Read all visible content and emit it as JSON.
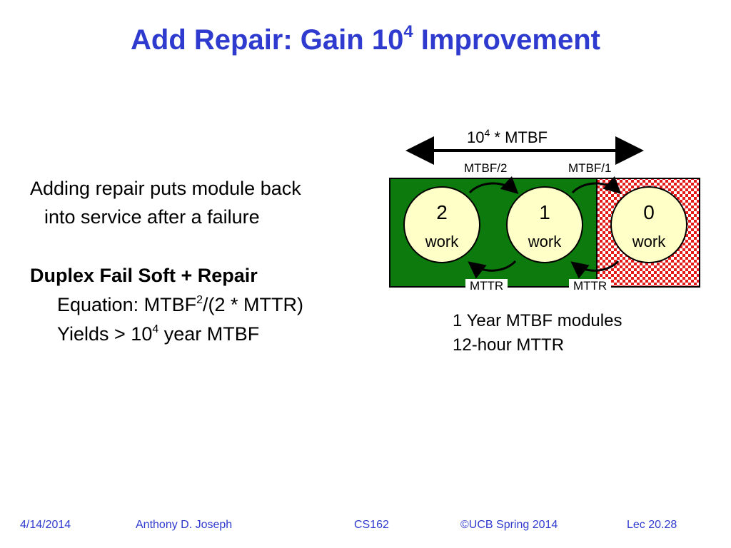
{
  "slide": {
    "title_prefix": "Add Repair: Gain 10",
    "title_sup": "4",
    "title_suffix": " Improvement"
  },
  "body": {
    "line1": "Adding repair puts module back",
    "line2": "into service after a failure",
    "heading": "Duplex Fail Soft + Repair",
    "eq_prefix": "Equation: MTBF",
    "eq_sup": "2",
    "eq_suffix": "/(2 * MTTR)",
    "yields_prefix": "Yields > 10",
    "yields_sup": "4",
    "yields_suffix": " year MTBF"
  },
  "diagram": {
    "span_prefix": "10",
    "span_sup": "4",
    "span_suffix": " * MTBF",
    "top_labels": [
      "MTBF/2",
      "MTBF/1"
    ],
    "bottom_labels": [
      "MTTR",
      "MTTR"
    ],
    "states": [
      {
        "num": "2",
        "word": "work"
      },
      {
        "num": "1",
        "word": "work"
      },
      {
        "num": "0",
        "word": "work"
      }
    ],
    "colors": {
      "working_region": "#0c7a0c",
      "failed_region": "#e31b1b",
      "state_fill": "#ffffc8"
    }
  },
  "notes": {
    "line1": "1 Year MTBF modules",
    "line2": "12-hour MTTR"
  },
  "footer": {
    "date": "4/14/2014",
    "author": "Anthony D. Joseph",
    "course": "CS162",
    "copyright": "©UCB Spring 2014",
    "lecture": "Lec 20.28"
  }
}
